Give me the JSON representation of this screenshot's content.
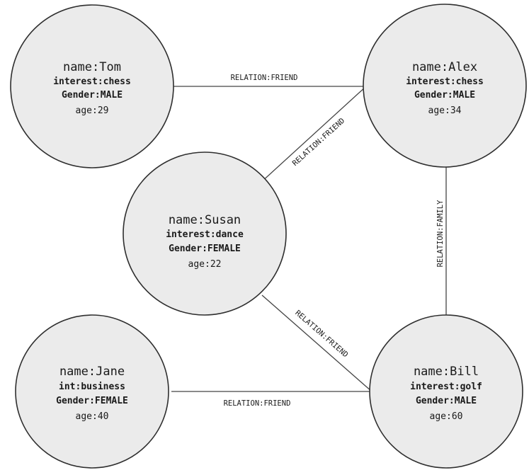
{
  "colors": {
    "node_fill": "#ebebeb",
    "node_stroke": "#2e2e2e",
    "edge": "#444444",
    "text": "#1a1a1a"
  },
  "nodes": [
    {
      "id": "tom",
      "name": "name:Tom",
      "interest": "interest:chess",
      "gender": "Gender:MALE",
      "age": "age:29"
    },
    {
      "id": "alex",
      "name": "name:Alex",
      "interest": "interest:chess",
      "gender": "Gender:MALE",
      "age": "age:34"
    },
    {
      "id": "susan",
      "name": "name:Susan",
      "interest": "interest:dance",
      "gender": "Gender:FEMALE",
      "age": "age:22"
    },
    {
      "id": "jane",
      "name": "name:Jane",
      "interest": "int:business",
      "gender": "Gender:FEMALE",
      "age": "age:40"
    },
    {
      "id": "bill",
      "name": "name:Bill",
      "interest": "interest:golf",
      "gender": "Gender:MALE",
      "age": "age:60"
    }
  ],
  "edges": [
    {
      "id": "tom-alex",
      "from": "tom",
      "to": "alex",
      "label": "RELATION:FRIEND"
    },
    {
      "id": "susan-alex",
      "from": "susan",
      "to": "alex",
      "label": "RELATION:FRIEND"
    },
    {
      "id": "alex-bill",
      "from": "alex",
      "to": "bill",
      "label": "RELATION:FAMILY"
    },
    {
      "id": "susan-bill",
      "from": "susan",
      "to": "bill",
      "label": "RELATION:FRIEND"
    },
    {
      "id": "jane-bill",
      "from": "jane",
      "to": "bill",
      "label": "RELATION:FRIEND"
    }
  ]
}
